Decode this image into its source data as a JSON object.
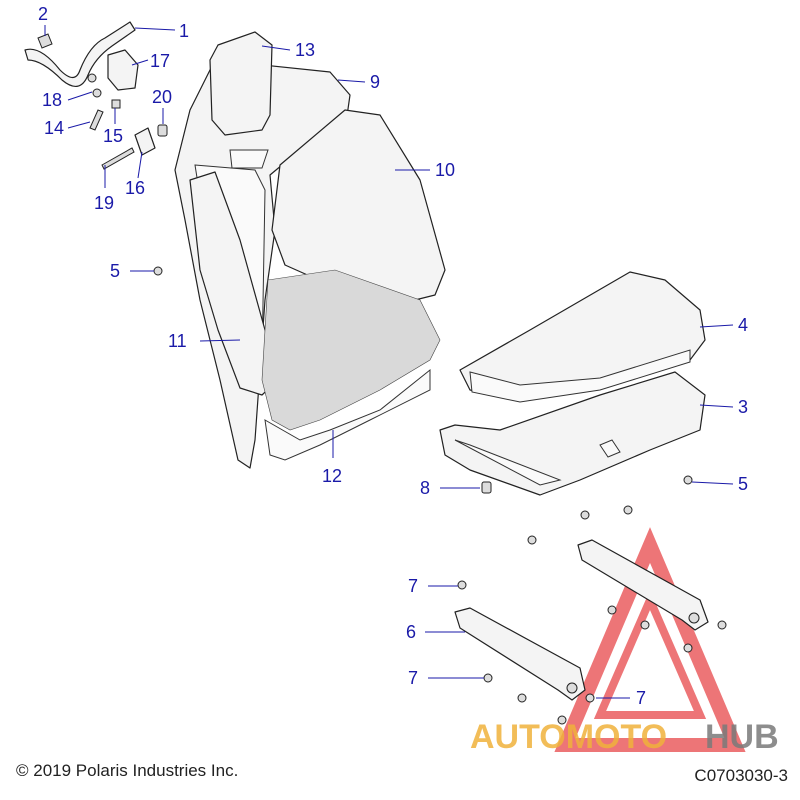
{
  "diagram": {
    "callouts": [
      {
        "id": "c1",
        "label": "1"
      },
      {
        "id": "c2",
        "label": "2"
      },
      {
        "id": "c3",
        "label": "3"
      },
      {
        "id": "c4",
        "label": "4"
      },
      {
        "id": "c5a",
        "label": "5"
      },
      {
        "id": "c5b",
        "label": "5"
      },
      {
        "id": "c6",
        "label": "6"
      },
      {
        "id": "c7a",
        "label": "7"
      },
      {
        "id": "c7b",
        "label": "7"
      },
      {
        "id": "c7c",
        "label": "7"
      },
      {
        "id": "c8",
        "label": "8"
      },
      {
        "id": "c9",
        "label": "9"
      },
      {
        "id": "c10",
        "label": "10"
      },
      {
        "id": "c11",
        "label": "11"
      },
      {
        "id": "c12",
        "label": "12"
      },
      {
        "id": "c13",
        "label": "13"
      },
      {
        "id": "c14",
        "label": "14"
      },
      {
        "id": "c15",
        "label": "15"
      },
      {
        "id": "c16",
        "label": "16"
      },
      {
        "id": "c17",
        "label": "17"
      },
      {
        "id": "c18",
        "label": "18"
      },
      {
        "id": "c19",
        "label": "19"
      },
      {
        "id": "c20",
        "label": "20"
      }
    ]
  },
  "watermark": {
    "part1": "AUTOMOTO",
    "part2": "HUB",
    "color_primary": "#f0b23c",
    "color_secondary": "#7a7a7a",
    "triangle_color": "#e8484a"
  },
  "footer": {
    "copyright": "© 2019 Polaris Industries Inc.",
    "drawing_code": "C0703030-3"
  },
  "colors": {
    "callout": "#1a1aa8",
    "line": "#222222"
  }
}
